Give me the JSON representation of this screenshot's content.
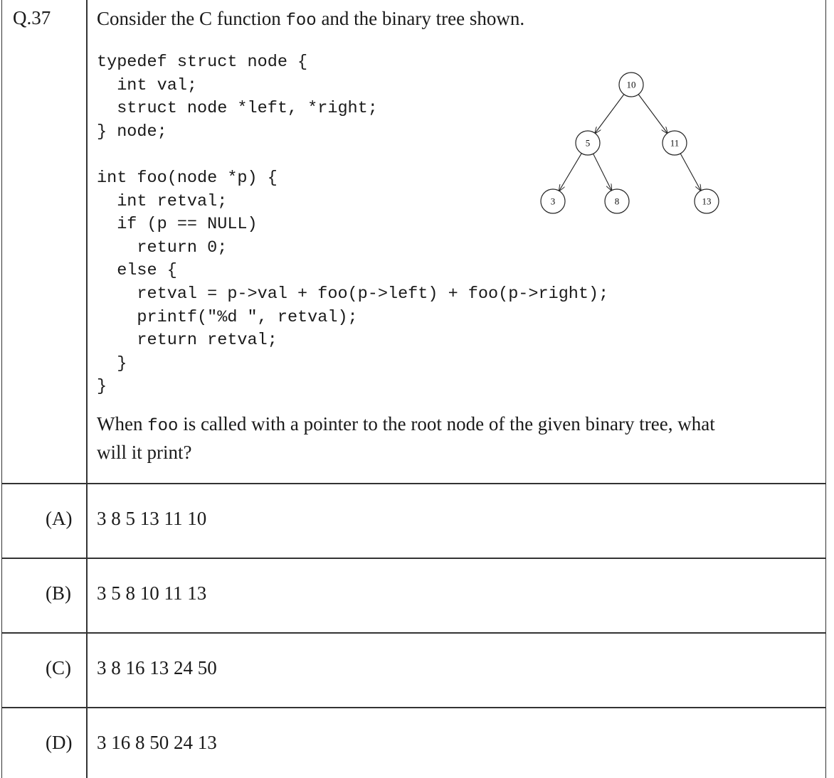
{
  "question": {
    "number": "Q.37",
    "intro": {
      "before": "Consider the C function ",
      "code": "foo",
      "after": " and the binary tree shown."
    },
    "code_lines": [
      "typedef struct node {",
      "  int val;",
      "  struct node *left, *right;",
      "} node;",
      "",
      "int foo(node *p) {",
      "  int retval;",
      "  if (p == NULL)",
      "    return 0;",
      "  else {",
      "    retval = p->val + foo(p->left) + foo(p->right);",
      "    printf(\"%d \", retval);",
      "    return retval;",
      "  }",
      "}"
    ],
    "prompt": {
      "line1_before": "When ",
      "line1_code": "foo",
      "line1_after": " is called with a pointer to the root node of the given binary tree, what",
      "line2": "will it print?"
    }
  },
  "tree": {
    "nodes": [
      {
        "id": "n10",
        "label": "10"
      },
      {
        "id": "n5",
        "label": "5"
      },
      {
        "id": "n11",
        "label": "11"
      },
      {
        "id": "n3",
        "label": "3"
      },
      {
        "id": "n8",
        "label": "8"
      },
      {
        "id": "n13",
        "label": "13"
      }
    ],
    "edges": [
      [
        "n10",
        "n5"
      ],
      [
        "n10",
        "n11"
      ],
      [
        "n5",
        "n3"
      ],
      [
        "n5",
        "n8"
      ],
      [
        "n11",
        "n13"
      ]
    ]
  },
  "options": [
    {
      "label": "(A)",
      "text": "3 8 5 13 11 10"
    },
    {
      "label": "(B)",
      "text": "3 5 8 10 11 13"
    },
    {
      "label": "(C)",
      "text": "3 8 16 13 24 50"
    },
    {
      "label": "(D)",
      "text": "3 16 8 50 24 13"
    }
  ]
}
